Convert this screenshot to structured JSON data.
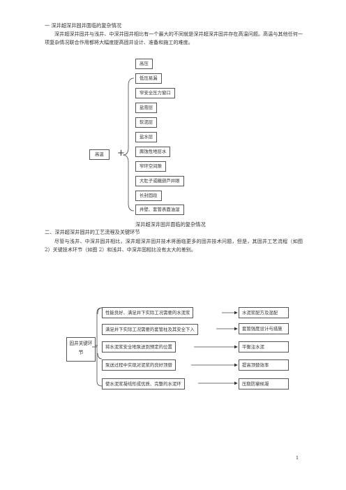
{
  "section1": {
    "heading": "一  深井超深井固井面临的复杂情况",
    "paragraph": "深井超深井固井与浅井、中深井固井相比有一个最大的不同就是深井超深井固井存在高温问题。高温与其他任何一项复杂情况联合作用都将大幅度提高固井设计、准备和施工的难度。"
  },
  "diagram1": {
    "root": "高温",
    "plus": "+",
    "items": [
      "高压",
      "低压易漏",
      "窄安全压力窗口",
      "盐膏层",
      "软泥层",
      "盐水层",
      "腐蚀性地层水",
      "窄环空间隙",
      "大肚子或糖葫芦井眼",
      "长封固段",
      "井壁、套管表面油湿"
    ],
    "caption": "深井超深井固井面临的复杂情况"
  },
  "section2": {
    "heading": "二、深井超深井固井的工艺流程及关键环节",
    "paragraph": "尽管与浅井、中深井固井相比，深井超深井固井技术将面临更多的固井技术问题，但是，其固井工艺流程（如图 2）关键技术环节（如图 2）和浅井、中深井固相比没有太大的差别。"
  },
  "diagram2": {
    "root": "固井关键环节",
    "rows": [
      {
        "left": "性能良好、满足井下实际工况需要的水泥浆",
        "right": "水泥浆配方及混配"
      },
      {
        "left": "满足井下实际工况需要的套管柱及其安全下入",
        "right": "套管强度设计与措施"
      },
      {
        "left": "将水泥浆安全地泵送到预定的位置",
        "right": "平衡注水泥"
      },
      {
        "left": "泵送过程中实现对泥浆的良好顶替",
        "right": "提高顶替效率"
      },
      {
        "left": "使水泥浆凝结形成优质、完整的水泥环",
        "right": "压稳防窜候凝"
      }
    ]
  },
  "footer": {
    "page_number": "1"
  }
}
